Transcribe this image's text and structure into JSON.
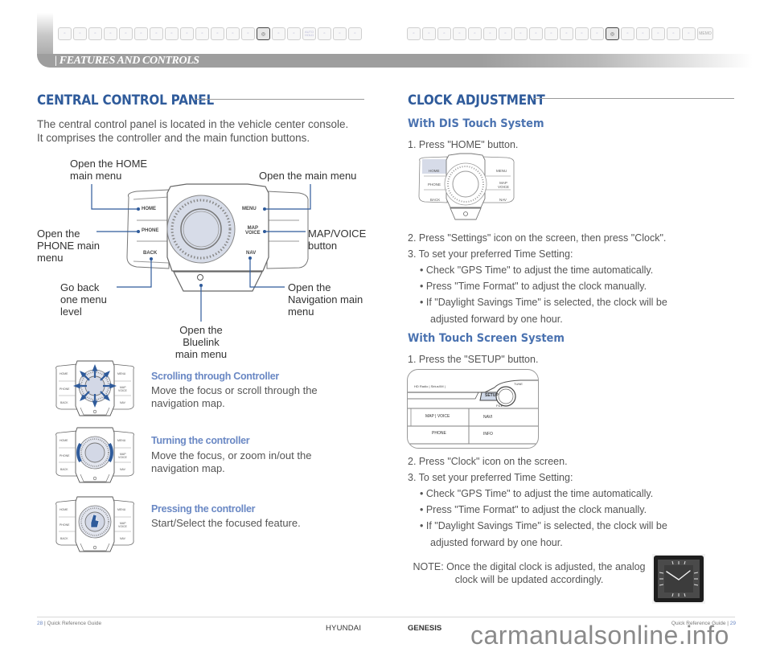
{
  "header": {
    "section_title": "FEATURES AND CONTROLS",
    "left_tab_icons": [
      "tab-icon",
      "tab-icon",
      "tab-icon",
      "tab-icon",
      "tab-icon",
      "tab-icon",
      "tab-icon",
      "tab-icon",
      "tab-icon",
      "tab-icon",
      "tab-icon",
      "tab-icon",
      "tab-icon",
      "tab-icon-active",
      "tab-icon",
      "tab-icon",
      "tab-icon-auto-hold",
      "tab-icon",
      "tab-icon",
      "tab-icon"
    ],
    "right_tab_icons": [
      "tab-icon",
      "tab-icon",
      "tab-icon",
      "tab-icon",
      "tab-icon",
      "tab-icon",
      "tab-icon",
      "tab-icon",
      "tab-icon",
      "tab-icon",
      "tab-icon",
      "tab-icon",
      "tab-icon",
      "tab-icon-active",
      "tab-icon",
      "tab-icon",
      "tab-icon",
      "tab-icon",
      "tab-icon",
      "tab-icon-memo"
    ],
    "auto_hold_label": "AUTO HOLD",
    "memo_label": "MEMO"
  },
  "left": {
    "heading": "CENTRAL CONTROL PANEL",
    "intro_line1": "The central control panel is located in the vehicle center console.",
    "intro_line2": "It comprises the controller and the main function buttons.",
    "panel_buttons": {
      "home": "HOME",
      "phone": "PHONE",
      "back": "BACK",
      "menu": "MENU",
      "map": "MAP",
      "voice": "VOICE",
      "nav": "NAV"
    },
    "callouts": {
      "home_1": "Open the HOME",
      "home_2": "main menu",
      "menu_1": "Open the main menu",
      "phone_1": "Open the",
      "phone_2": "PHONE main",
      "phone_3": "menu",
      "map_1": "MAP/VOICE",
      "map_2": "button",
      "back_1": "Go back",
      "back_2": "one menu",
      "back_3": "level",
      "nav_1": "Open the",
      "nav_2": "Navigation main",
      "nav_3": "menu",
      "bluelink_1": "Open the Bluelink",
      "bluelink_2": "main menu"
    },
    "actions": [
      {
        "title": "Scrolling through Controller",
        "desc_1": "Move the focus or scroll through the",
        "desc_2": "navigation map."
      },
      {
        "title": "Turning the controller",
        "desc_1": "Move the focus, or zoom in/out the",
        "desc_2": "navigation map."
      },
      {
        "title": "Pressing the controller",
        "desc_1": "Start/Select the focused feature.",
        "desc_2": ""
      }
    ]
  },
  "right": {
    "heading": "CLOCK ADJUSTMENT",
    "dis": {
      "subheading": "With DIS Touch System",
      "step1": "1. Press \"HOME\" button.",
      "step2": "2. Press \"Settings\" icon on the screen, then press \"Clock\".",
      "step3": "3. To set your preferred Time Setting:",
      "bullets": [
        "• Check \"GPS Time\" to adjust the time automatically.",
        "• Press \"Time Format\" to adjust the clock manually.",
        "• If \"Daylight Savings Time\" is selected, the clock will be"
      ],
      "bullet_cont": "adjusted forward by one hour."
    },
    "touch": {
      "subheading": "With Touch Screen System",
      "step1": "1. Press the \"SETUP\" button.",
      "step2": "2. Press \"Clock\" icon on the screen.",
      "step3": "3. To set your preferred Time Setting:",
      "bullets": [
        "• Check \"GPS Time\" to adjust the time automatically.",
        "• Press \"Time Format\" to adjust the clock manually.",
        "• If \"Daylight Savings Time\" is selected, the clock will be"
      ],
      "bullet_cont": "adjusted forward by one hour.",
      "head_unit": {
        "radio_label": "HD Radio | SiriusXM |",
        "setup": "SETUP",
        "tune": "TUNE",
        "file": "FILE",
        "map_voice": "MAP | VOICE",
        "navi": "NAVI",
        "phone": "PHONE",
        "info": "INFO"
      }
    },
    "note_1": "NOTE: Once the digital clock is adjusted, the analog",
    "note_2": "clock will be updated accordingly."
  },
  "footer": {
    "left_page": "28",
    "left_text": " | Quick Reference Guide",
    "right_text": "Quick Reference Guide | ",
    "right_page": "29",
    "brand_left": "HYUNDAI",
    "brand_right": "GENESIS",
    "watermark": "carmanualsonline.info"
  },
  "colors": {
    "heading_blue": "#2f5b9b",
    "subheading_blue": "#4a72b0",
    "accent_line": "#2f5b9b",
    "action_title": "#6a88c4",
    "header_bar": "#9e9e9e"
  }
}
